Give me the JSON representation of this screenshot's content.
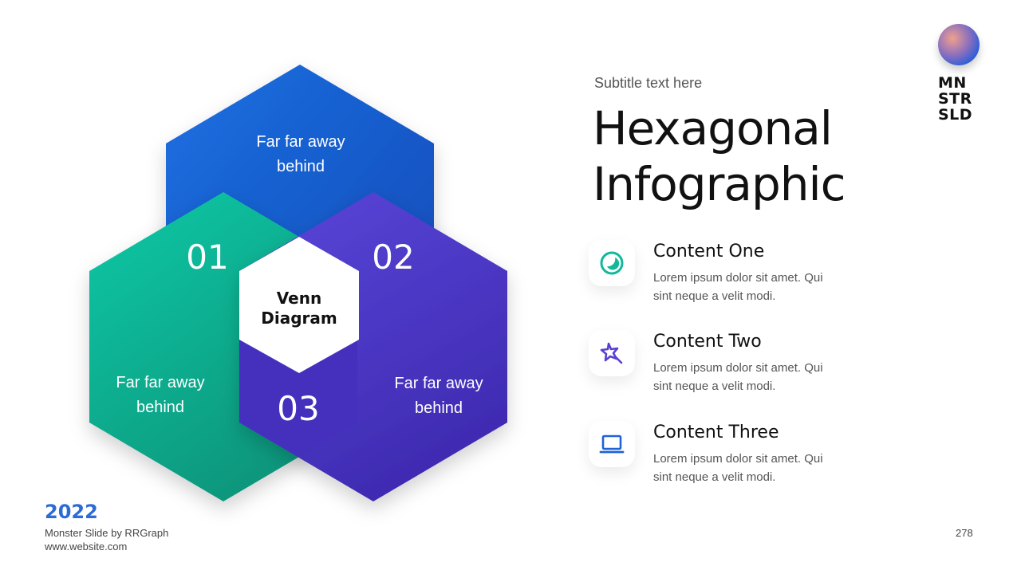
{
  "slide": {
    "subtitle": "Subtitle text here",
    "title_line1": "Hexagonal",
    "title_line2": "Infographic"
  },
  "diagram": {
    "center_line1": "Venn",
    "center_line2": "Diagram",
    "hexagons": [
      {
        "id": "top",
        "number": "",
        "text_line1": "Far far away",
        "text_line2": "behind",
        "color_start": "#1b6fe0",
        "color_end": "#1648b8"
      },
      {
        "id": "left",
        "number": "01",
        "text_line1": "Far far away",
        "text_line2": "behind",
        "color_start": "#0fc6a4",
        "color_end": "#0a9a7e"
      },
      {
        "id": "right",
        "number": "02",
        "text_line1": "Far far away",
        "text_line2": "behind",
        "color_start": "#5b46d8",
        "color_end": "#3f2fb4"
      }
    ],
    "overlap_number": "03"
  },
  "items": [
    {
      "title": "Content One",
      "line1": "Lorem ipsum dolor sit amet. Qui",
      "line2": "sint neque  a velit modi.",
      "icon": "moon-circle-icon",
      "icon_color": "#12b89a"
    },
    {
      "title": "Content Two",
      "line1": "Lorem ipsum dolor sit amet. Qui",
      "line2": "sint neque  a velit modi.",
      "icon": "magic-star-icon",
      "icon_color": "#5b3fd0"
    },
    {
      "title": "Content Three",
      "line1": "Lorem ipsum dolor sit amet. Qui",
      "line2": "sint neque  a velit modi.",
      "icon": "laptop-icon",
      "icon_color": "#1f63d6"
    }
  ],
  "logo": {
    "line1": "MN",
    "line2": "STR",
    "line3": "SLD"
  },
  "footer": {
    "year": "2022",
    "credit": "Monster Slide  by RRGraph",
    "website": "www.website.com",
    "page_number": "278"
  }
}
